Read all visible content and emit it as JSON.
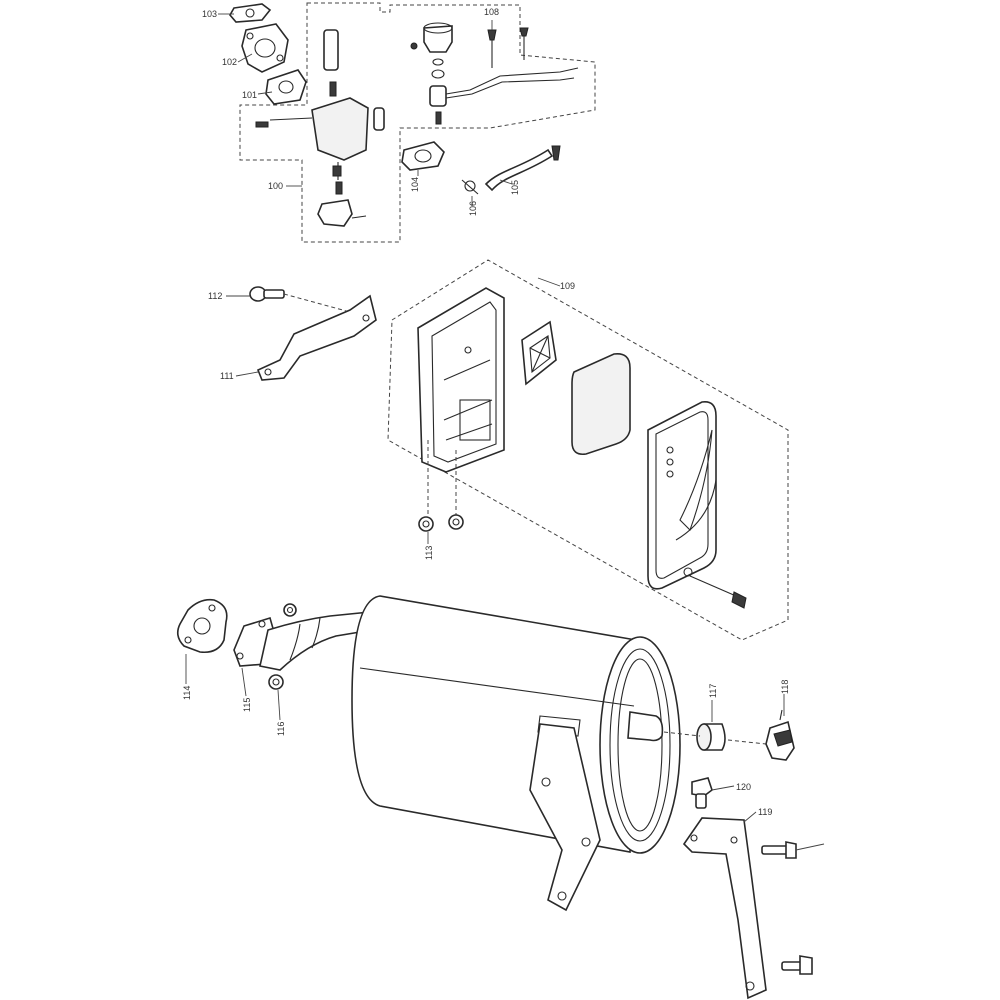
{
  "callouts": [
    {
      "id": "c103",
      "text": "103"
    },
    {
      "id": "c102",
      "text": "102"
    },
    {
      "id": "c101",
      "text": "101"
    },
    {
      "id": "c100",
      "text": "100"
    },
    {
      "id": "c104",
      "text": "104"
    },
    {
      "id": "c105",
      "text": "105"
    },
    {
      "id": "c106",
      "text": "106"
    },
    {
      "id": "c108",
      "text": "108"
    },
    {
      "id": "c109",
      "text": "109"
    },
    {
      "id": "c111",
      "text": "111"
    },
    {
      "id": "c112",
      "text": "112"
    },
    {
      "id": "c113",
      "text": "113"
    },
    {
      "id": "c114",
      "text": "114"
    },
    {
      "id": "c115",
      "text": "115"
    },
    {
      "id": "c116",
      "text": "116"
    },
    {
      "id": "c117",
      "text": "117"
    },
    {
      "id": "c118",
      "text": "118"
    },
    {
      "id": "c119",
      "text": "119"
    },
    {
      "id": "c120",
      "text": "120"
    }
  ],
  "colors": {
    "line": "#2a2a2a",
    "background": "#ffffff"
  }
}
